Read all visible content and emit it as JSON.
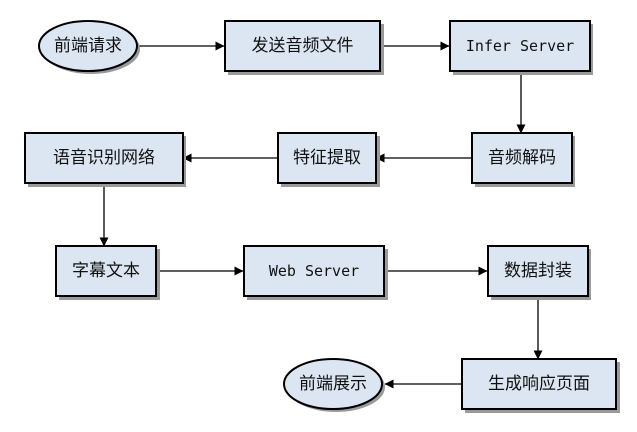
{
  "colors": {
    "node_fill": "#dce6f2",
    "node_stroke": "#000000",
    "shadow": "#9a9a9a",
    "arrow": "#000000"
  },
  "nodes": [
    {
      "id": "frontend-request",
      "label": "前端请求",
      "shape": "ellipse"
    },
    {
      "id": "send-audio",
      "label": "发送音频文件",
      "shape": "rect"
    },
    {
      "id": "infer-server",
      "label": "Infer Server",
      "shape": "rect"
    },
    {
      "id": "audio-decode",
      "label": "音频解码",
      "shape": "rect"
    },
    {
      "id": "feature-extract",
      "label": "特征提取",
      "shape": "rect"
    },
    {
      "id": "asr-network",
      "label": "语音识别网络",
      "shape": "rect"
    },
    {
      "id": "caption-text",
      "label": "字幕文本",
      "shape": "rect"
    },
    {
      "id": "web-server",
      "label": "Web Server",
      "shape": "rect"
    },
    {
      "id": "data-packaging",
      "label": "数据封装",
      "shape": "rect"
    },
    {
      "id": "generate-response",
      "label": "生成响应页面",
      "shape": "rect"
    },
    {
      "id": "frontend-display",
      "label": "前端展示",
      "shape": "ellipse"
    }
  ],
  "edges": [
    {
      "from": "frontend-request",
      "to": "send-audio"
    },
    {
      "from": "send-audio",
      "to": "infer-server"
    },
    {
      "from": "infer-server",
      "to": "audio-decode"
    },
    {
      "from": "audio-decode",
      "to": "feature-extract"
    },
    {
      "from": "feature-extract",
      "to": "asr-network"
    },
    {
      "from": "asr-network",
      "to": "caption-text"
    },
    {
      "from": "caption-text",
      "to": "web-server"
    },
    {
      "from": "web-server",
      "to": "data-packaging"
    },
    {
      "from": "data-packaging",
      "to": "generate-response"
    },
    {
      "from": "generate-response",
      "to": "frontend-display"
    }
  ]
}
